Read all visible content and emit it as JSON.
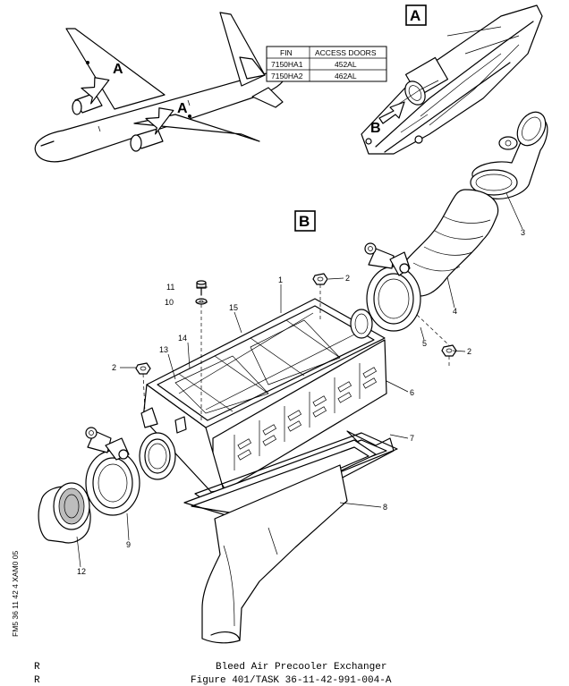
{
  "view_a_label": "A",
  "view_b_label": "B",
  "arrow_labels": {
    "a_upper": "A",
    "a_lower": "A",
    "b": "B"
  },
  "table": {
    "headers": [
      "FIN",
      "ACCESS DOORS"
    ],
    "rows": [
      [
        "7150HA1",
        "452AL"
      ],
      [
        "7150HA2",
        "462AL"
      ]
    ]
  },
  "callouts": {
    "c1": "1",
    "c2a": "2",
    "c2b": "2",
    "c2c": "2",
    "c3": "3",
    "c4": "4",
    "c5": "5",
    "c6": "6",
    "c7": "7",
    "c8": "8",
    "c9": "9",
    "c10": "10",
    "c11": "11",
    "c12": "12",
    "c13": "13",
    "c14": "14",
    "c15": "15"
  },
  "side_code": "FM5 36 11 42 4 XAM0 05",
  "revision_marks": [
    "R",
    "R"
  ],
  "footer": {
    "title": "Bleed Air Precooler Exchanger",
    "figure": "Figure 401/TASK 36-11-42-991-004-A"
  }
}
